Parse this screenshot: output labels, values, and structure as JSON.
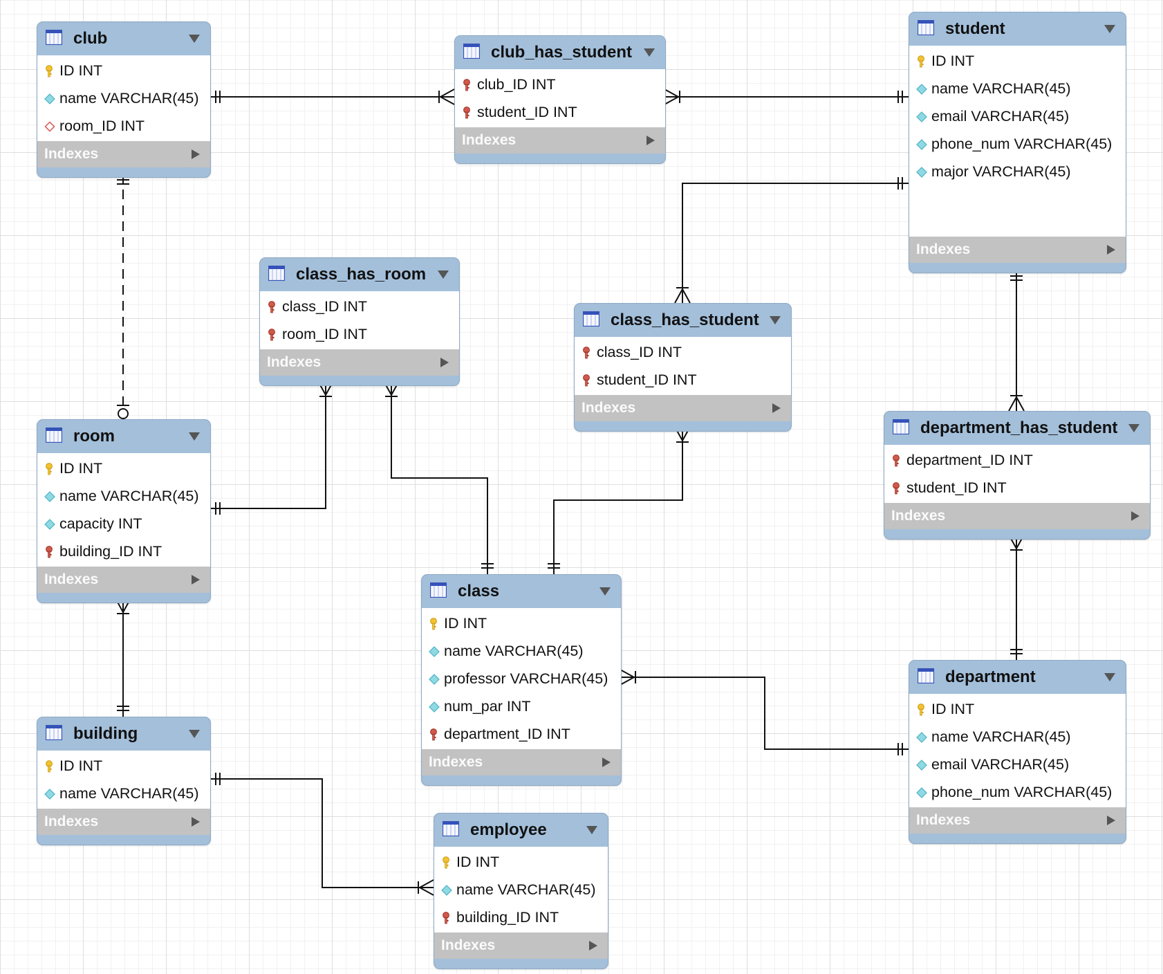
{
  "indexes_label": "Indexes",
  "colors": {
    "header": "#a3bfda",
    "indexes_bar": "#c2c2c2",
    "body": "#ffffff",
    "line": "#111111",
    "primary_key_icon": "#f2c232",
    "foreign_key_icon": "#c2493b",
    "column_icon": "#6ec8d6",
    "nullable_fk_icon": "#d9534f"
  },
  "entities": [
    {
      "id": "club",
      "title": "club",
      "columns": [
        {
          "label": "ID INT",
          "icon": "primary-key-icon"
        },
        {
          "label": "name VARCHAR(45)",
          "icon": "column-diamond-icon"
        },
        {
          "label": "room_ID INT",
          "icon": "nullable-fk-diamond-icon"
        }
      ]
    },
    {
      "id": "club_has_student",
      "title": "club_has_student",
      "columns": [
        {
          "label": "club_ID INT",
          "icon": "foreign-key-icon"
        },
        {
          "label": "student_ID INT",
          "icon": "foreign-key-icon"
        }
      ]
    },
    {
      "id": "student",
      "title": "student",
      "columns": [
        {
          "label": "ID INT",
          "icon": "primary-key-icon"
        },
        {
          "label": "name VARCHAR(45)",
          "icon": "column-diamond-icon"
        },
        {
          "label": "email VARCHAR(45)",
          "icon": "column-diamond-icon"
        },
        {
          "label": "phone_num VARCHAR(45)",
          "icon": "column-diamond-icon"
        },
        {
          "label": "major VARCHAR(45)",
          "icon": "column-diamond-icon"
        }
      ]
    },
    {
      "id": "class_has_room",
      "title": "class_has_room",
      "columns": [
        {
          "label": "class_ID INT",
          "icon": "foreign-key-icon"
        },
        {
          "label": "room_ID INT",
          "icon": "foreign-key-icon"
        }
      ]
    },
    {
      "id": "class_has_student",
      "title": "class_has_student",
      "columns": [
        {
          "label": "class_ID INT",
          "icon": "foreign-key-icon"
        },
        {
          "label": "student_ID INT",
          "icon": "foreign-key-icon"
        }
      ]
    },
    {
      "id": "department_has_student",
      "title": "department_has_student",
      "columns": [
        {
          "label": "department_ID INT",
          "icon": "foreign-key-icon"
        },
        {
          "label": "student_ID INT",
          "icon": "foreign-key-icon"
        }
      ]
    },
    {
      "id": "room",
      "title": "room",
      "columns": [
        {
          "label": "ID INT",
          "icon": "primary-key-icon"
        },
        {
          "label": "name VARCHAR(45)",
          "icon": "column-diamond-icon"
        },
        {
          "label": "capacity INT",
          "icon": "column-diamond-icon"
        },
        {
          "label": "building_ID INT",
          "icon": "foreign-key-icon"
        }
      ]
    },
    {
      "id": "class",
      "title": "class",
      "columns": [
        {
          "label": "ID INT",
          "icon": "primary-key-icon"
        },
        {
          "label": "name VARCHAR(45)",
          "icon": "column-diamond-icon"
        },
        {
          "label": "professor VARCHAR(45)",
          "icon": "column-diamond-icon"
        },
        {
          "label": "num_par INT",
          "icon": "column-diamond-icon"
        },
        {
          "label": "department_ID INT",
          "icon": "foreign-key-icon"
        }
      ]
    },
    {
      "id": "department",
      "title": "department",
      "columns": [
        {
          "label": "ID INT",
          "icon": "primary-key-icon"
        },
        {
          "label": "name VARCHAR(45)",
          "icon": "column-diamond-icon"
        },
        {
          "label": "email VARCHAR(45)",
          "icon": "column-diamond-icon"
        },
        {
          "label": "phone_num VARCHAR(45)",
          "icon": "column-diamond-icon"
        }
      ]
    },
    {
      "id": "building",
      "title": "building",
      "columns": [
        {
          "label": "ID INT",
          "icon": "primary-key-icon"
        },
        {
          "label": "name VARCHAR(45)",
          "icon": "column-diamond-icon"
        }
      ]
    },
    {
      "id": "employee",
      "title": "employee",
      "columns": [
        {
          "label": "ID INT",
          "icon": "primary-key-icon"
        },
        {
          "label": "name VARCHAR(45)",
          "icon": "column-diamond-icon"
        },
        {
          "label": "building_ID INT",
          "icon": "foreign-key-icon"
        }
      ]
    }
  ],
  "relationships": [
    {
      "id": "club-to-club_has_student",
      "from": "club",
      "to": "club_has_student",
      "from_cardinality": "one-and-only-one",
      "to_cardinality": "one-or-many",
      "identifying": true
    },
    {
      "id": "student-to-club_has_student",
      "from": "student",
      "to": "club_has_student",
      "from_cardinality": "one-and-only-one",
      "to_cardinality": "one-or-many",
      "identifying": true
    },
    {
      "id": "student-to-class_has_student",
      "from": "student",
      "to": "class_has_student",
      "from_cardinality": "one-and-only-one",
      "to_cardinality": "one-or-many",
      "identifying": true
    },
    {
      "id": "student-to-department_has_student",
      "from": "student",
      "to": "department_has_student",
      "from_cardinality": "one-and-only-one",
      "to_cardinality": "one-or-many",
      "identifying": true
    },
    {
      "id": "club-to-room",
      "from": "club",
      "to": "room",
      "from_cardinality": "one-and-only-one",
      "to_cardinality": "zero-or-one",
      "identifying": false
    },
    {
      "id": "room-to-class_has_room",
      "from": "room",
      "to": "class_has_room",
      "from_cardinality": "one-and-only-one",
      "to_cardinality": "one-or-many",
      "identifying": true
    },
    {
      "id": "class-to-class_has_room",
      "from": "class",
      "to": "class_has_room",
      "from_cardinality": "one-and-only-one",
      "to_cardinality": "one-or-many",
      "identifying": true
    },
    {
      "id": "class-to-class_has_student",
      "from": "class",
      "to": "class_has_student",
      "from_cardinality": "one-and-only-one",
      "to_cardinality": "one-or-many",
      "identifying": true
    },
    {
      "id": "department-to-department_has_student",
      "from": "department",
      "to": "department_has_student",
      "from_cardinality": "one-and-only-one",
      "to_cardinality": "one-or-many",
      "identifying": true
    },
    {
      "id": "building-to-room",
      "from": "building",
      "to": "room",
      "from_cardinality": "one-and-only-one",
      "to_cardinality": "one-or-many",
      "identifying": true
    },
    {
      "id": "department-to-class",
      "from": "department",
      "to": "class",
      "from_cardinality": "one-and-only-one",
      "to_cardinality": "one-or-many",
      "identifying": true
    },
    {
      "id": "building-to-employee",
      "from": "building",
      "to": "employee",
      "from_cardinality": "one-and-only-one",
      "to_cardinality": "one-or-many",
      "identifying": true
    }
  ]
}
